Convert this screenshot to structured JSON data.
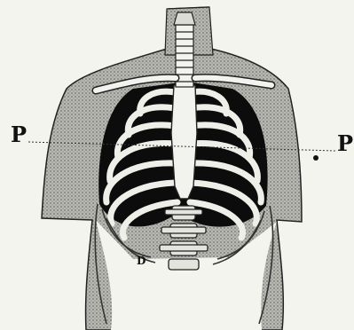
{
  "figure": {
    "labels": {
      "p_left": "P",
      "p_right": "P",
      "d": "D"
    }
  },
  "colors": {
    "background": "#f4f4ef",
    "ink": "#111111",
    "shading": "#9a9a96",
    "bone": "#f2f2ee"
  }
}
